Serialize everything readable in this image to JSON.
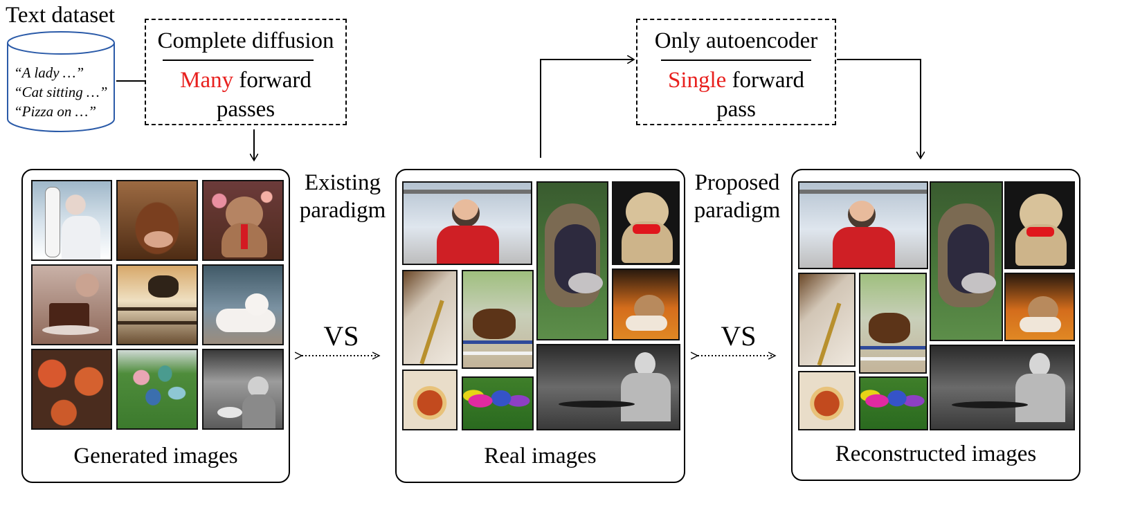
{
  "dataset": {
    "title": "Text dataset",
    "prompts": [
      "“A lady …”",
      "“Cat sitting …”",
      "“Pizza on …”"
    ]
  },
  "left_process": {
    "title": "Complete diffusion",
    "highlight": "Many",
    "rest_line1": " forward",
    "line2": "passes"
  },
  "right_process": {
    "title": "Only autoencoder",
    "highlight": "Single",
    "rest_line1": " forward",
    "line2": "pass"
  },
  "existing_paradigm": {
    "line1": "Existing",
    "line2": "paradigm"
  },
  "proposed_paradigm": {
    "line1": "Proposed",
    "line2": "paradigm"
  },
  "vs_label": "VS",
  "panels": {
    "generated": "Generated images",
    "real": "Real images",
    "reconstructed": "Reconstructed images"
  },
  "colors": {
    "accent": "#e8201e",
    "line": "#000000"
  },
  "images": {
    "generated": [
      "lady-with-snowboard",
      "cow-portrait",
      "teddy-bear-red-tie",
      "chocolate-cake",
      "horse-jumping-fence",
      "white-cat-lying",
      "pizzas-on-table",
      "colorful-umbrellas-on-grass",
      "man-with-cake-bw"
    ],
    "real": [
      "child-skier",
      "cow-closeup",
      "teddy-bear-red-bow",
      "fork-on-plate",
      "horse-show-jumping",
      "cat-lying-orange",
      "pizza-slice",
      "colorful-umbrellas",
      "man-at-cafe-bw"
    ],
    "reconstructed": [
      "child-skier",
      "cow-closeup",
      "teddy-bear-red-bow",
      "fork-on-plate",
      "horse-show-jumping",
      "cat-lying-orange",
      "pizza-slice",
      "colorful-umbrellas",
      "man-at-cafe-bw"
    ]
  }
}
